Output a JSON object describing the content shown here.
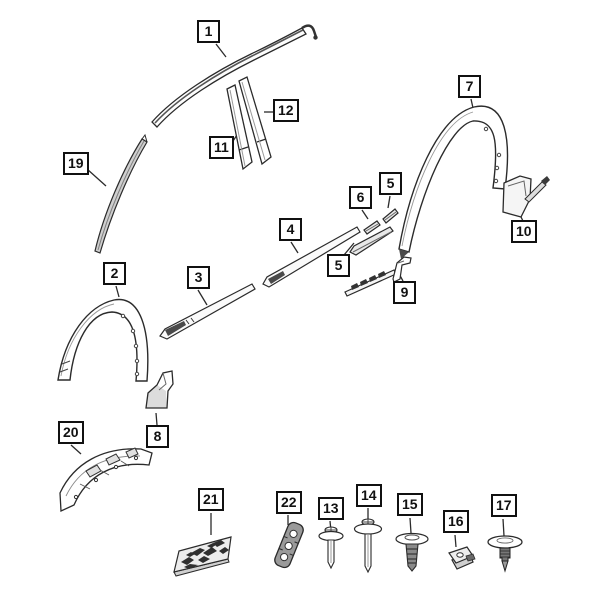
{
  "diagram": {
    "colors": {
      "background": "#ffffff",
      "line": "#2b2b2b",
      "dark_shading": "#4a4a4a",
      "callout_border": "#111111",
      "callout_text": "#111111"
    },
    "callouts": [
      {
        "number": "1"
      },
      {
        "number": "19"
      },
      {
        "number": "11"
      },
      {
        "number": "12"
      },
      {
        "number": "2"
      },
      {
        "number": "3"
      },
      {
        "number": "4"
      },
      {
        "number": "6"
      },
      {
        "number": "5"
      },
      {
        "number": "5"
      },
      {
        "number": "7"
      },
      {
        "number": "9"
      },
      {
        "number": "10"
      },
      {
        "number": "8"
      },
      {
        "number": "20"
      },
      {
        "number": "21"
      },
      {
        "number": "22"
      },
      {
        "number": "13"
      },
      {
        "number": "14"
      },
      {
        "number": "15"
      },
      {
        "number": "16"
      },
      {
        "number": "17"
      }
    ]
  }
}
